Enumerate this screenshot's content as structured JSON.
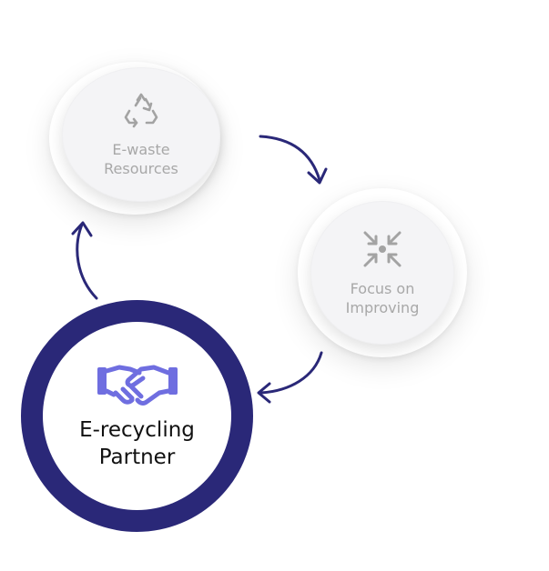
{
  "nodes": {
    "ewaste": {
      "label": "E-waste\nResources",
      "icon": "recycle-icon"
    },
    "focus": {
      "label": "Focus on\nImproving",
      "icon": "compress-arrows-icon"
    },
    "partner": {
      "label": "E-recycling\nPartner",
      "icon": "handshake-icon"
    }
  },
  "colors": {
    "accent": "#2a2878",
    "icon_gray": "#a3a3a3",
    "handshake": "#6f6ee0",
    "label_gray": "#a8a8a8"
  }
}
